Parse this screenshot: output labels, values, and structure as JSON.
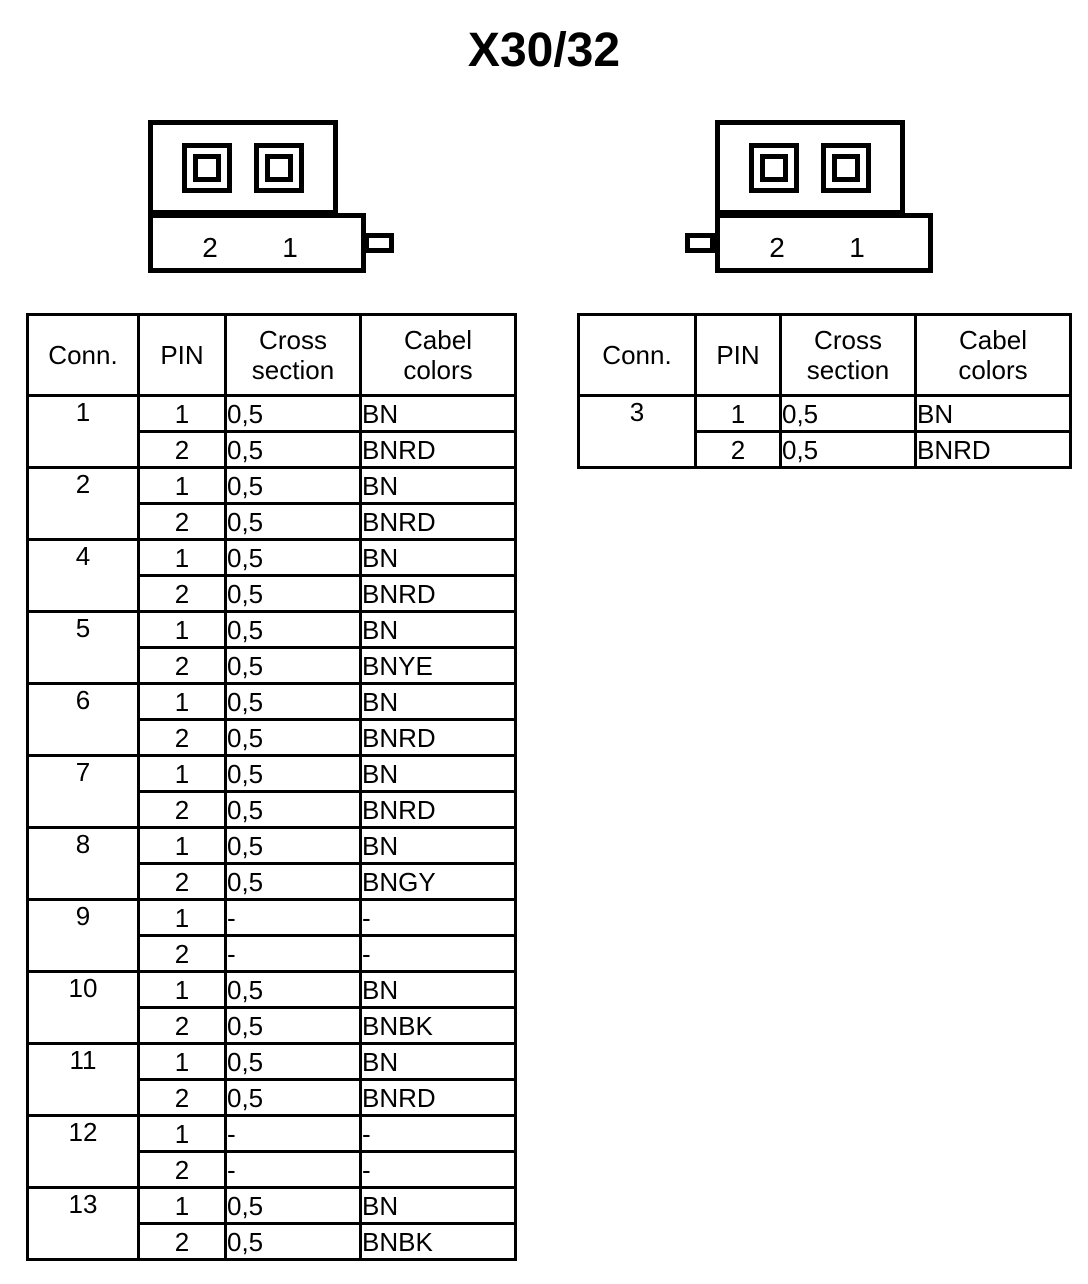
{
  "title": "X30/32",
  "connectors": [
    {
      "id": "connector-left",
      "pin_labels": [
        "2",
        "1"
      ],
      "latch_side": "right"
    },
    {
      "id": "connector-right",
      "pin_labels": [
        "2",
        "1"
      ],
      "latch_side": "left"
    }
  ],
  "tables": {
    "left": {
      "headers": {
        "conn": "Conn.",
        "pin": "PIN",
        "cross_line1": "Cross",
        "cross_line2": "section",
        "color_line1": "Cabel",
        "color_line2": "colors"
      },
      "groups": [
        {
          "conn": "1",
          "rows": [
            {
              "pin": "1",
              "cross": "0,5",
              "color": "BN"
            },
            {
              "pin": "2",
              "cross": "0,5",
              "color": "BNRD"
            }
          ]
        },
        {
          "conn": "2",
          "rows": [
            {
              "pin": "1",
              "cross": "0,5",
              "color": "BN"
            },
            {
              "pin": "2",
              "cross": "0,5",
              "color": "BNRD"
            }
          ]
        },
        {
          "conn": "4",
          "rows": [
            {
              "pin": "1",
              "cross": "0,5",
              "color": "BN"
            },
            {
              "pin": "2",
              "cross": "0,5",
              "color": "BNRD"
            }
          ]
        },
        {
          "conn": "5",
          "rows": [
            {
              "pin": "1",
              "cross": "0,5",
              "color": "BN"
            },
            {
              "pin": "2",
              "cross": "0,5",
              "color": "BNYE"
            }
          ]
        },
        {
          "conn": "6",
          "rows": [
            {
              "pin": "1",
              "cross": "0,5",
              "color": "BN"
            },
            {
              "pin": "2",
              "cross": "0,5",
              "color": "BNRD"
            }
          ]
        },
        {
          "conn": "7",
          "rows": [
            {
              "pin": "1",
              "cross": "0,5",
              "color": "BN"
            },
            {
              "pin": "2",
              "cross": "0,5",
              "color": "BNRD"
            }
          ]
        },
        {
          "conn": "8",
          "rows": [
            {
              "pin": "1",
              "cross": "0,5",
              "color": "BN"
            },
            {
              "pin": "2",
              "cross": "0,5",
              "color": "BNGY"
            }
          ]
        },
        {
          "conn": "9",
          "rows": [
            {
              "pin": "1",
              "cross": "-",
              "color": "-"
            },
            {
              "pin": "2",
              "cross": "-",
              "color": "-"
            }
          ]
        },
        {
          "conn": "10",
          "rows": [
            {
              "pin": "1",
              "cross": "0,5",
              "color": "BN"
            },
            {
              "pin": "2",
              "cross": "0,5",
              "color": "BNBK"
            }
          ]
        },
        {
          "conn": "11",
          "rows": [
            {
              "pin": "1",
              "cross": "0,5",
              "color": "BN"
            },
            {
              "pin": "2",
              "cross": "0,5",
              "color": "BNRD"
            }
          ]
        },
        {
          "conn": "12",
          "rows": [
            {
              "pin": "1",
              "cross": "-",
              "color": "-"
            },
            {
              "pin": "2",
              "cross": "-",
              "color": "-"
            }
          ]
        },
        {
          "conn": "13",
          "rows": [
            {
              "pin": "1",
              "cross": "0,5",
              "color": "BN"
            },
            {
              "pin": "2",
              "cross": "0,5",
              "color": "BNBK"
            }
          ]
        }
      ]
    },
    "right": {
      "headers": {
        "conn": "Conn.",
        "pin": "PIN",
        "cross_line1": "Cross",
        "cross_line2": "section",
        "color_line1": "Cabel",
        "color_line2": "colors"
      },
      "groups": [
        {
          "conn": "3",
          "rows": [
            {
              "pin": "1",
              "cross": "0,5",
              "color": "BN"
            },
            {
              "pin": "2",
              "cross": "0,5",
              "color": "BNRD"
            }
          ]
        }
      ]
    }
  }
}
